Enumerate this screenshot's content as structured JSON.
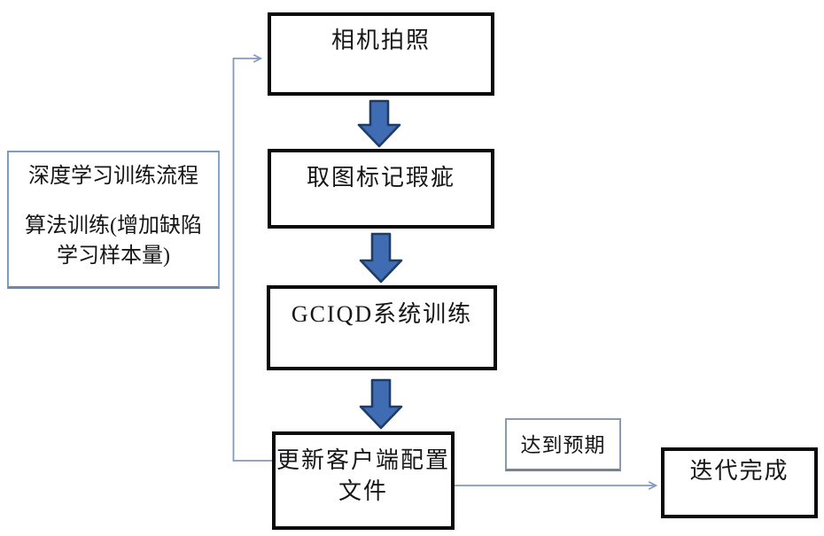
{
  "diagram": {
    "type": "flowchart",
    "background": "#ffffff",
    "left_note": {
      "lines": [
        "深度学习训练流程",
        "算法训练(增加缺陷",
        "学习样本量)"
      ]
    },
    "nodes": [
      {
        "id": "camera-capture",
        "label": "相机拍照"
      },
      {
        "id": "mark-defects",
        "label": "取图标记瑕疵"
      },
      {
        "id": "gciqd-training",
        "label": "GCIQD系统训练"
      },
      {
        "id": "update-client-config",
        "line1": "更新客户端配置",
        "line2": "文件"
      },
      {
        "id": "iteration-done",
        "label": "迭代完成"
      }
    ],
    "edges": {
      "success_label": "达到预期"
    },
    "colors": {
      "node_border": "#0a0a0a",
      "note_border": "#7e9ac6",
      "tag_border": "#8a99ad",
      "block_arrow_fill": "#3f6cb3",
      "block_arrow_stroke": "#1e3c64",
      "connector_line": "#8299c0",
      "text": "#161616"
    }
  }
}
